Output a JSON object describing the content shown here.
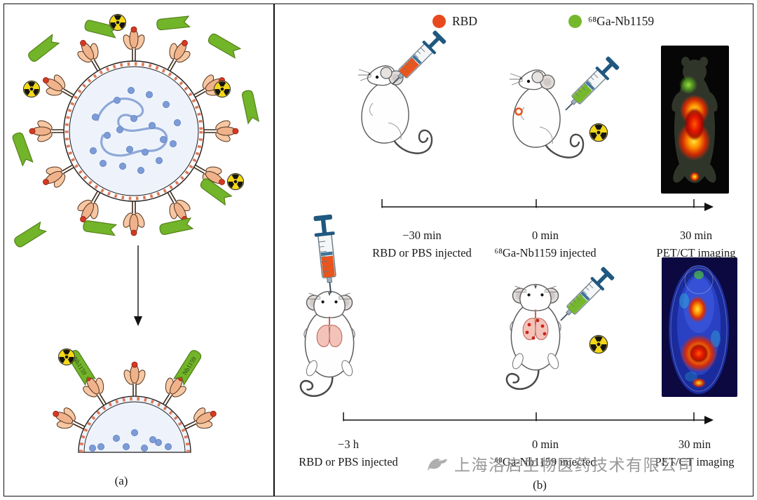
{
  "figure": {
    "panel_a": {
      "label": "(a)",
      "nanobody_label": "Nb1159"
    },
    "panel_b": {
      "label": "(b)",
      "legend": {
        "rbd_label": "RBD",
        "tracer_label": "⁶⁸Ga-Nb1159",
        "rbd_color": "#e8491d",
        "tracer_color": "#76b82c"
      },
      "experiment_1": {
        "timepoints": [
          {
            "time": "−30 min",
            "event": "RBD or PBS injected"
          },
          {
            "time": "0 min",
            "event": "⁶⁸Ga-Nb1159 injected"
          },
          {
            "time": "30 min",
            "event": "PET/CT imaging"
          }
        ]
      },
      "experiment_2": {
        "timepoints": [
          {
            "time": "−3 h",
            "event": "RBD or PBS injected"
          },
          {
            "time": "0 min",
            "event": "⁶⁸Ga-Nb1159 injected"
          },
          {
            "time": "30 min",
            "event": "PET/CT imaging"
          }
        ]
      }
    },
    "watermark": "上海洛启生物医药技术有限公司",
    "icons": {
      "radiation-icon": "yellow trefoil radioactivity symbol",
      "syringe-icon": "syringe with blue plunger",
      "virus-icon": "coronavirus particle with spike proteins",
      "nanobody-icon": "green ribbon nanobody fragment",
      "mouse-icon": "laboratory mouse",
      "pet-image-icon": "PET/CT scan of mouse",
      "bird-logo-icon": "grey bird company logo"
    }
  }
}
